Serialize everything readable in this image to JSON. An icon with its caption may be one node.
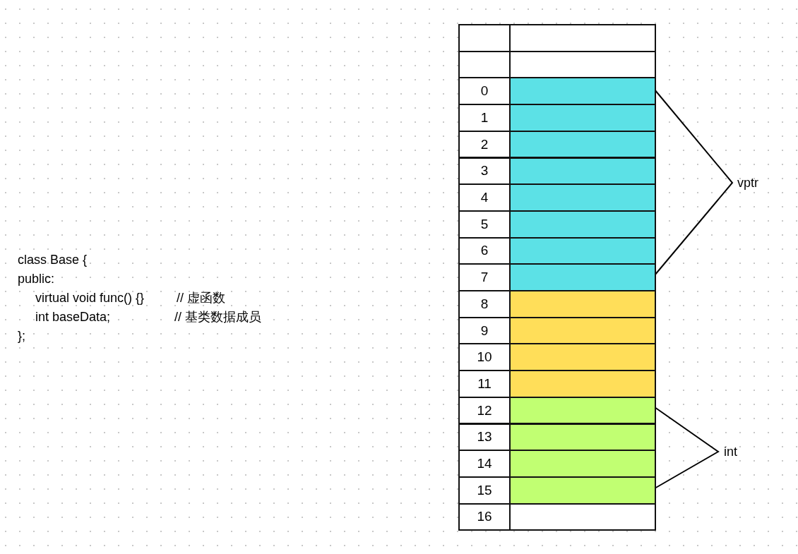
{
  "diagram": {
    "nodes": [
      {
        "text": [],
        "shape": "box"
      },
      {
        "text": [],
        "shape": "box"
      },
      {
        "text": [],
        "shape": "box"
      },
      {
        "text": [],
        "shape": "box"
      },
      {
        "text": [
          "0"
        ]
      },
      {
        "text": [],
        "shape": "box"
      },
      {
        "text": [
          "1"
        ]
      },
      {
        "text": [],
        "shape": "box"
      },
      {
        "text": [
          "2"
        ]
      },
      {
        "text": [],
        "shape": "box"
      },
      {
        "text": [
          "3"
        ]
      },
      {
        "text": [],
        "shape": "box"
      },
      {
        "text": [
          "4"
        ]
      },
      {
        "text": [],
        "shape": "box"
      },
      {
        "text": [
          "5"
        ]
      },
      {
        "text": [],
        "shape": "box"
      },
      {
        "text": [
          "6"
        ]
      },
      {
        "text": [],
        "shape": "box"
      },
      {
        "text": [
          "7"
        ]
      },
      {
        "text": [],
        "shape": "box"
      },
      {
        "text": [
          "8"
        ]
      },
      {
        "text": [],
        "shape": "box"
      },
      {
        "text": [
          "9"
        ]
      },
      {
        "text": [],
        "shape": "box"
      },
      {
        "text": [
          "10"
        ]
      },
      {
        "text": [],
        "shape": "box"
      },
      {
        "text": [
          "11"
        ]
      },
      {
        "text": [],
        "shape": "box"
      },
      {
        "text": [
          "12"
        ]
      },
      {
        "text": [],
        "shape": "box"
      },
      {
        "text": [
          "13"
        ]
      },
      {
        "text": [],
        "shape": "box"
      },
      {
        "text": [
          "14"
        ]
      },
      {
        "text": [],
        "shape": "box"
      },
      {
        "text": [
          "15"
        ]
      },
      {
        "text": [],
        "shape": "box"
      },
      {
        "text": [
          "16"
        ]
      },
      {
        "text": [],
        "shape": "box"
      }
    ],
    "edges": [],
    "labels": [
      "class Base {",
      "public:",
      "virtual void func() {}",
      "// 虚函数",
      "int baseData;",
      "// 基类数据成员",
      "};",
      "vptr",
      "int"
    ]
  }
}
